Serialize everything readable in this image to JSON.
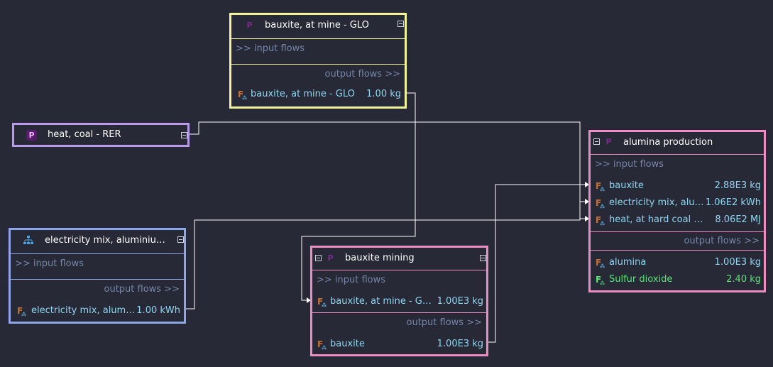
{
  "nodes": {
    "bauxite_mine": {
      "title": "bauxite, at mine - GLO",
      "input_label": ">> input flows",
      "output_label": "output flows >>",
      "outputs": [
        {
          "name": "bauxite, at mine - GLO",
          "amount": "1.00 kg"
        }
      ]
    },
    "heat_coal": {
      "title": "heat, coal - RER"
    },
    "electricity_mix": {
      "title": "electricity mix, aluminium i...",
      "input_label": ">> input flows",
      "output_label": "output flows >>",
      "outputs": [
        {
          "name": "electricity mix, alumini...",
          "amount": "1.00 kWh"
        }
      ]
    },
    "bauxite_mining": {
      "title": "bauxite mining",
      "input_label": ">> input flows",
      "output_label": "output flows >>",
      "inputs": [
        {
          "name": "bauxite, at mine - GLO",
          "amount": "1.00E3 kg"
        }
      ],
      "outputs": [
        {
          "name": "bauxite",
          "amount": "1.00E3 kg"
        }
      ]
    },
    "alumina_production": {
      "title": "alumina production",
      "input_label": ">> input flows",
      "output_label": "output flows >>",
      "inputs": [
        {
          "name": "bauxite",
          "amount": "2.88E3 kg"
        },
        {
          "name": "electricity mix, alumi...",
          "amount": "1.06E2 kWh"
        },
        {
          "name": "heat, at hard coal in...",
          "amount": "8.06E2 MJ"
        }
      ],
      "outputs": [
        {
          "name": "alumina",
          "amount": "1.00E3 kg"
        },
        {
          "name": "Sulfur dioxide",
          "amount": "2.40 kg"
        }
      ]
    }
  },
  "colors": {
    "background": "#272a36",
    "bauxite_mine_border": "#f3f39a",
    "heat_coal_border": "#b89ae8",
    "electricity_mix_border": "#8ea6ea",
    "bauxite_mining_border": "#f08cc4",
    "alumina_production_border": "#f08cc4",
    "edge": "#ffffff",
    "flow_text": "#8fd6f2",
    "elementary_flow_text": "#5fe07a",
    "section_label": "#7584a8"
  },
  "icons": {
    "process": "process-p-icon",
    "system": "system-hierarchy-icon",
    "flow": "flow-f-icon",
    "collapse": "collapse-minus-icon"
  }
}
